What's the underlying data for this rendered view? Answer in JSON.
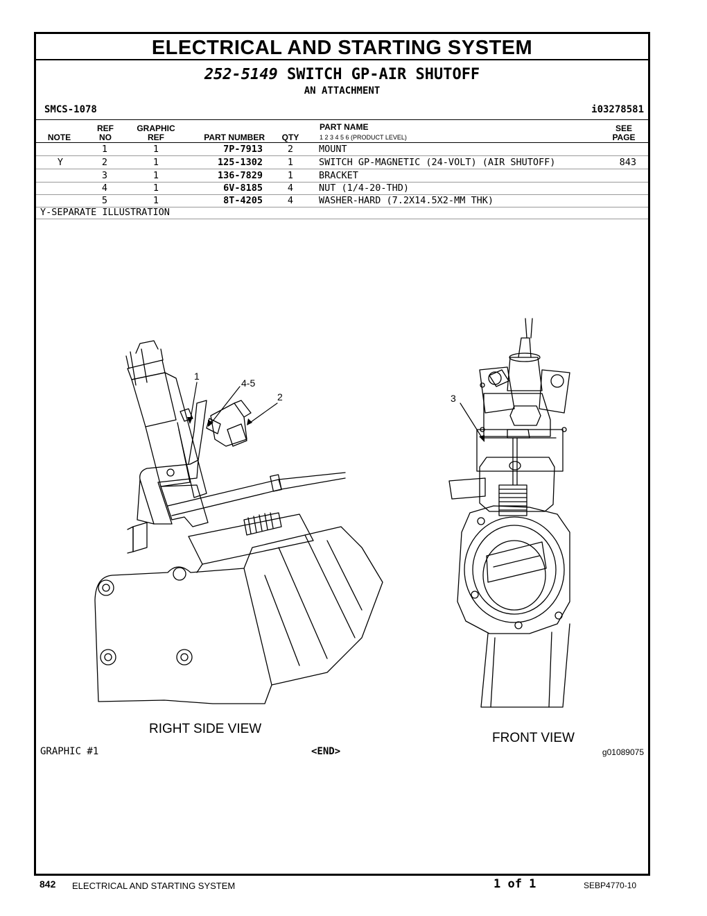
{
  "section_title": "ELECTRICAL AND STARTING SYSTEM",
  "group": {
    "number": "252-5149",
    "name": "SWITCH GP-AIR SHUTOFF",
    "subtitle": "AN ATTACHMENT",
    "smcs": "SMCS-1078",
    "ref_id": "i03278581"
  },
  "table_headers": {
    "note": "NOTE",
    "ref_top": "REF",
    "ref_bottom": "NO",
    "graphic_top": "GRAPHIC",
    "graphic_bottom": "REF",
    "part_number": "PART NUMBER",
    "qty": "QTY",
    "part_name": "PART NAME",
    "product_levels": "1   2   3   4   5   6   (PRODUCT LEVEL)",
    "see_top": "SEE",
    "see_bottom": "PAGE"
  },
  "parts": [
    {
      "note": "",
      "ref": "1",
      "graphic": "1",
      "part_number": "7P-7913",
      "qty": "2",
      "name": "MOUNT",
      "page": ""
    },
    {
      "note": "Y",
      "ref": "2",
      "graphic": "1",
      "part_number": "125-1302",
      "qty": "1",
      "name": "SWITCH GP-MAGNETIC (24-VOLT) (AIR SHUTOFF)",
      "page": "843"
    },
    {
      "note": "",
      "ref": "3",
      "graphic": "1",
      "part_number": "136-7829",
      "qty": "1",
      "name": "BRACKET",
      "page": ""
    },
    {
      "note": "",
      "ref": "4",
      "graphic": "1",
      "part_number": "6V-8185",
      "qty": "4",
      "name": "NUT (1/4-20-THD)",
      "page": ""
    },
    {
      "note": "",
      "ref": "5",
      "graphic": "1",
      "part_number": "8T-4205",
      "qty": "4",
      "name": "WASHER-HARD (7.2X14.5X2-MM THK)",
      "page": ""
    }
  ],
  "footnote": "Y-SEPARATE ILLUSTRATION",
  "illustration": {
    "callouts": [
      "1",
      "4-5",
      "2",
      "3"
    ],
    "view_left": "RIGHT SIDE VIEW",
    "view_right": "FRONT VIEW"
  },
  "graphic_label": "GRAPHIC #1",
  "end_marker": "<END>",
  "graphic_id": "g01089075",
  "footer": {
    "page_number": "842",
    "page_title": "ELECTRICAL AND STARTING SYSTEM",
    "page_of": "1 of 1",
    "publication": "SEBP4770-10"
  }
}
